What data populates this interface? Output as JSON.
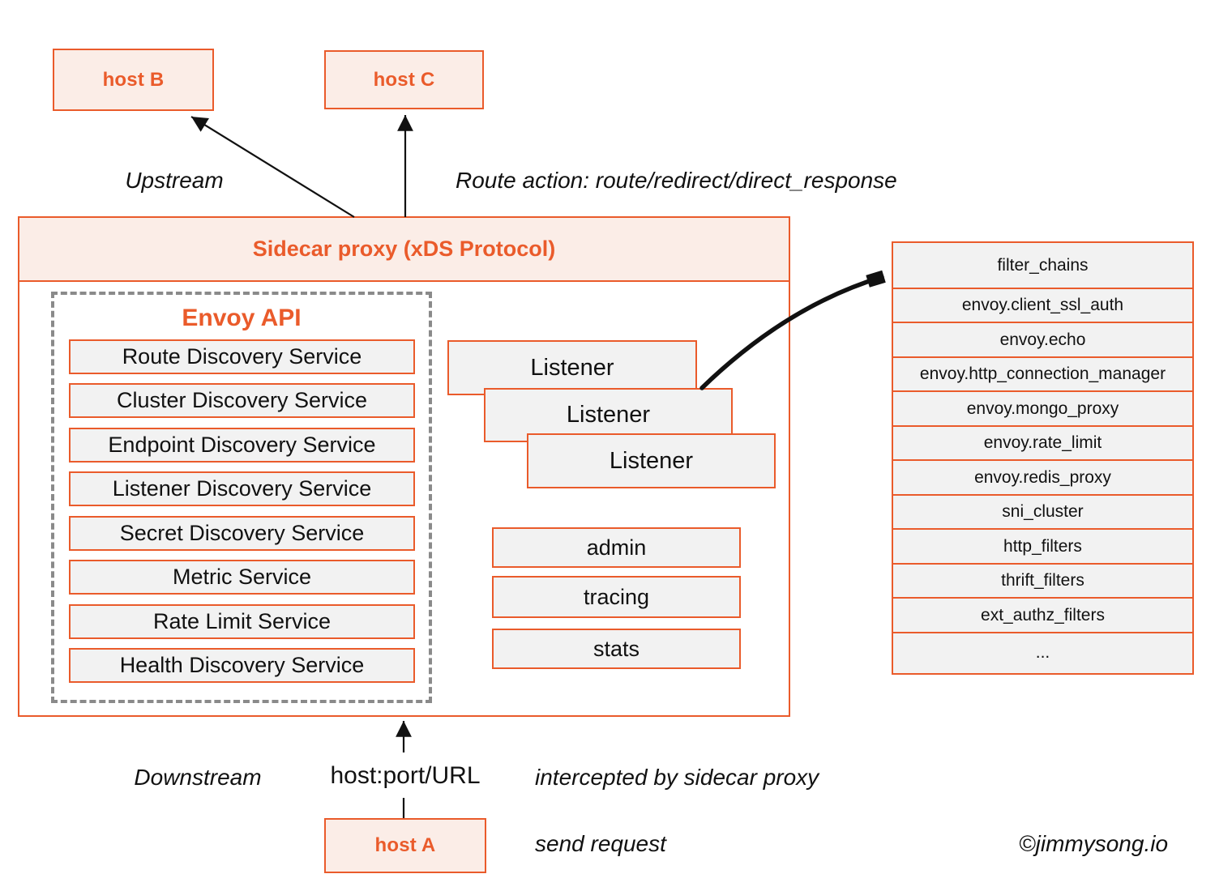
{
  "diagram": {
    "hosts": {
      "b": "host B",
      "c": "host C",
      "a": "host A"
    },
    "labels": {
      "upstream": "Upstream",
      "route_action": "Route action: route/redirect/direct_response",
      "downstream": "Downstream",
      "host_port_url": "host:port/URL",
      "intercepted": "intercepted by sidecar proxy",
      "send_request": "send request",
      "credit": "©jimmysong.io"
    },
    "sidecar": {
      "title": "Sidecar proxy (xDS Protocol)"
    },
    "envoy_api": {
      "title": "Envoy API",
      "services": [
        "Route Discovery Service",
        "Cluster Discovery Service",
        "Endpoint Discovery Service",
        "Listener Discovery Service",
        "Secret Discovery Service",
        "Metric Service",
        "Rate Limit Service",
        "Health Discovery Service"
      ]
    },
    "listeners": [
      "Listener",
      "Listener",
      "Listener"
    ],
    "components": [
      "admin",
      "tracing",
      "stats"
    ],
    "filter_table": {
      "rows": [
        "filter_chains",
        "envoy.client_ssl_auth",
        "envoy.echo",
        "envoy.http_connection_manager",
        "envoy.mongo_proxy",
        "envoy.rate_limit",
        "envoy.redis_proxy",
        "sni_cluster",
        "http_filters",
        "thrift_filters",
        "ext_authz_filters",
        "..."
      ]
    },
    "colors": {
      "accent": "#EA5B2B",
      "peach_fill": "#FBEDE7",
      "gray_fill": "#F2F2F2",
      "dash_gray": "#8A8A8A",
      "text": "#111111",
      "arrow": "#111111"
    }
  }
}
